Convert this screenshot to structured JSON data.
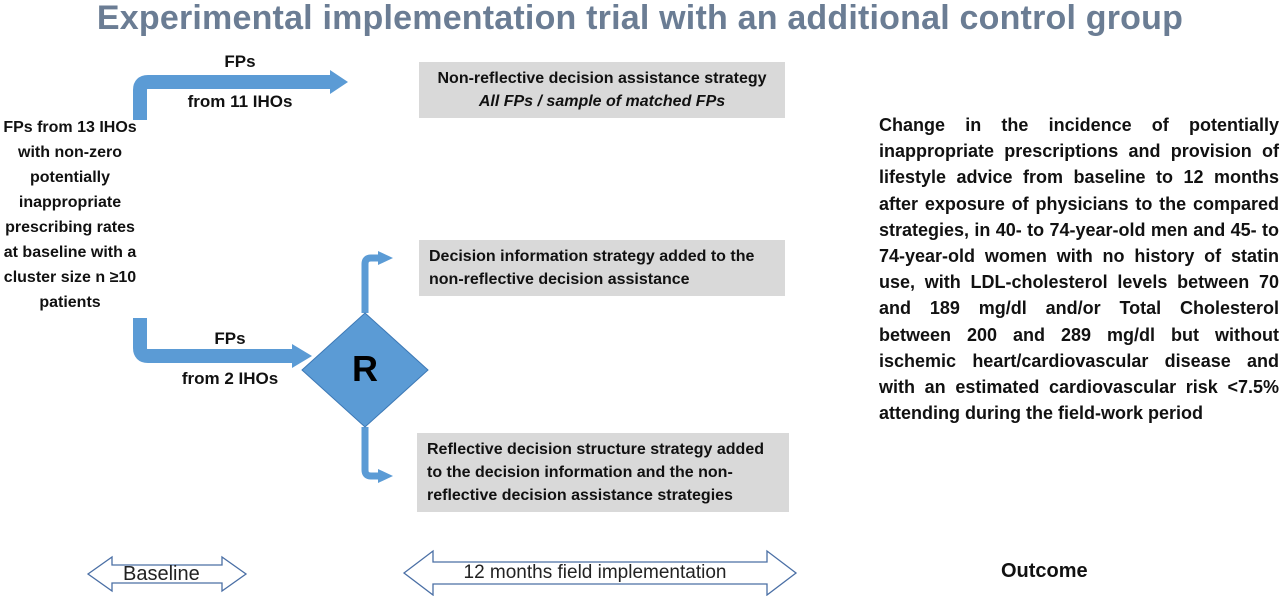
{
  "title": "Experimental implementation trial with an additional control group",
  "left_group": {
    "lines": [
      "FPs from 13 IHOs",
      "with non-zero",
      "potentially",
      "inappropriate",
      "prescribing rates",
      "at baseline with a",
      "cluster size n ≥10",
      "patients"
    ]
  },
  "top_branch": {
    "label_top": "FPs",
    "label_bottom": "from 11 IHOs"
  },
  "bottom_branch": {
    "label_top": "FPs",
    "label_bottom": "from 2 IHOs"
  },
  "randomization": {
    "label": "R"
  },
  "strategies": {
    "control": {
      "line1": "Non-reflective decision assistance strategy",
      "line2": "All FPs / sample of matched FPs"
    },
    "info": {
      "line1": "Decision information strategy added to the",
      "line2": "non-reflective decision assistance"
    },
    "reflective": {
      "line1": "Reflective decision structure strategy added",
      "line2": "to the decision information and the non-",
      "line3": "reflective decision assistance strategies"
    }
  },
  "outcome_text": "Change in the incidence of potentially inappropriate prescriptions and provision of lifestyle advice from baseline to 12 months after exposure of physicians to the compared strategies, in 40- to 74-year-old men and 45- to 74-year-old women with no history of statin use, with LDL-cholesterol levels between 70 and 189 mg/dl and/or Total Cholesterol between 200 and 289 mg/dl but without ischemic heart/cardiovascular disease and with an estimated cardiovascular risk <7.5% attending during the field-work period",
  "timeline": {
    "baseline": "Baseline",
    "implementation": "12 months field implementation",
    "outcome": "Outcome"
  },
  "colors": {
    "title": "#6b7d94",
    "arrow_blue": "#5b9bd5",
    "diamond_blue": "#5b9bd5",
    "box_gray": "#d9d9d9",
    "timeline_outline": "#4a6fa5"
  }
}
